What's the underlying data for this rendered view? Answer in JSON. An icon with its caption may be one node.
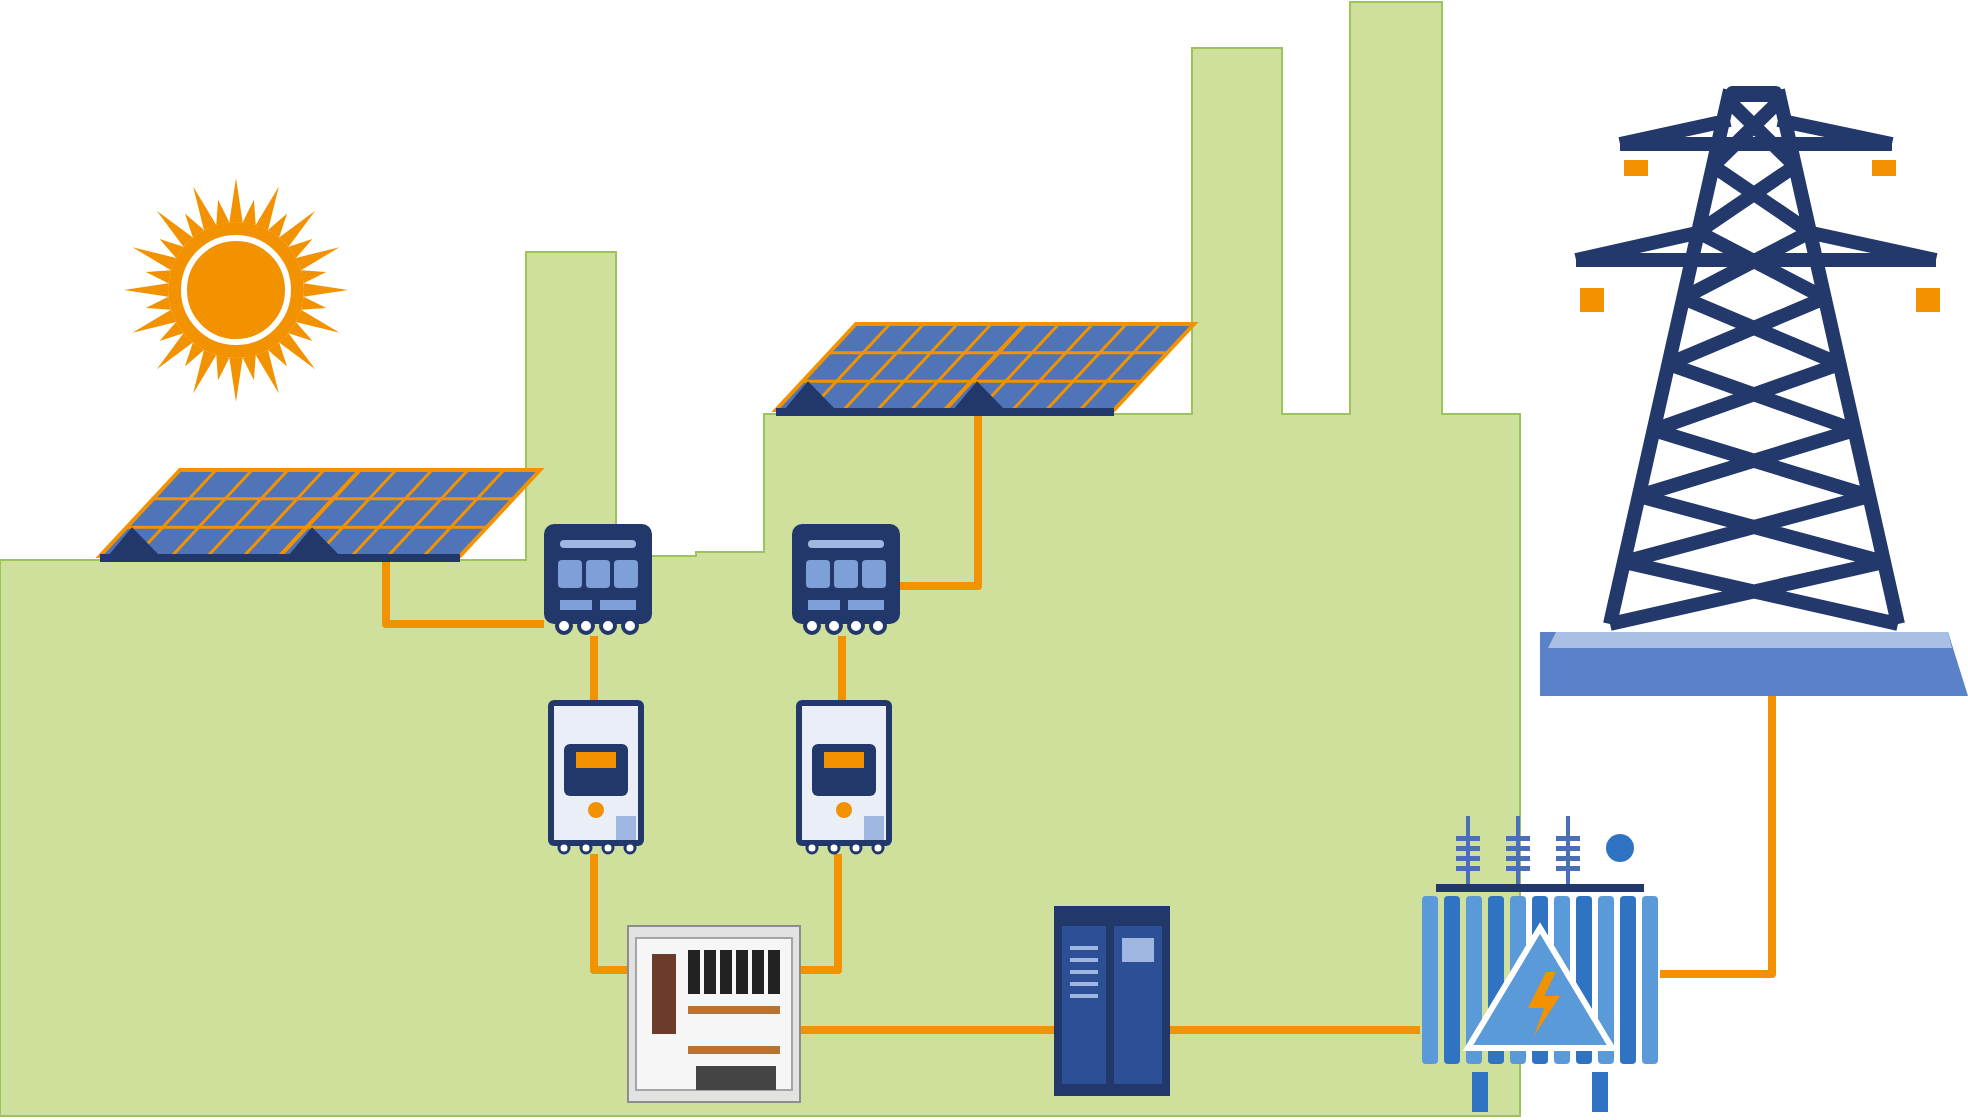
{
  "diagram": {
    "nodes": [
      {
        "text": [],
        "shape": "picture"
      },
      {
        "text": [],
        "shape": "picture"
      },
      {
        "text": [],
        "shape": "picture"
      },
      {
        "text": [],
        "shape": "picture"
      },
      {
        "text": [],
        "shape": "picture"
      },
      {
        "text": [],
        "shape": "picture"
      },
      {
        "text": [],
        "shape": "picture"
      },
      {
        "text": [],
        "shape": "picture"
      },
      {
        "text": [],
        "shape": "picture"
      },
      {
        "text": [],
        "shape": "picture"
      }
    ],
    "edges": [
      {
        "from": 0,
        "to": 2,
        "arrow": "none"
      },
      {
        "from": 1,
        "to": 3,
        "arrow": "none"
      },
      {
        "from": 2,
        "to": 4,
        "arrow": "none"
      },
      {
        "from": 3,
        "to": 5,
        "arrow": "none"
      },
      {
        "from": 4,
        "to": 6,
        "arrow": "none"
      },
      {
        "from": 5,
        "to": 6,
        "arrow": "none"
      },
      {
        "from": 6,
        "to": 7,
        "arrow": "none"
      },
      {
        "from": 7,
        "to": 8,
        "arrow": "none"
      },
      {
        "from": 8,
        "to": 9,
        "arrow": "none"
      }
    ]
  }
}
